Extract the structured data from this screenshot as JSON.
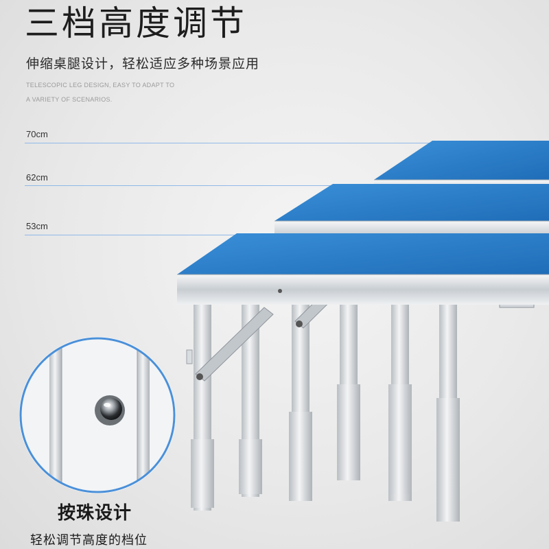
{
  "header": {
    "title": "三档高度调节",
    "subtitle": "伸缩桌腿设计，轻松适应多种场景应用",
    "english_line1": "TELESCOPIC LEG DESIGN, EASY TO ADAPT TO",
    "english_line2": "A VARIETY OF SCENARIOS."
  },
  "heights": [
    {
      "label": "70cm"
    },
    {
      "label": "62cm"
    },
    {
      "label": "53cm"
    }
  ],
  "inset": {
    "title": "按珠设计",
    "caption": "轻松调节高度的档位"
  },
  "colors": {
    "tabletop_blue": "#2f7fc8",
    "frame_silver": "#c9ced3",
    "guide_line": "#8fb8e8",
    "inset_ring": "#4a90d9"
  },
  "icons": {
    "product": "folding-table-illustration",
    "detail": "push-button-detail"
  }
}
